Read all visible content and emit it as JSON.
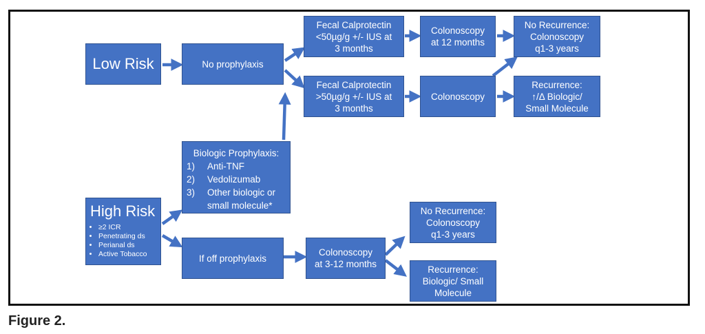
{
  "colors": {
    "box_fill": "#4472c4",
    "arrow": "#4472c4",
    "frame": "#111111"
  },
  "boxes": {
    "low_risk": "Low Risk",
    "no_prophylaxis": "No prophylaxis",
    "fc_low": "Fecal Calprotectin\n<50µg/g +/- IUS at\n3 months",
    "fc_high": "Fecal Calprotectin\n>50µg/g +/- IUS at\n3 months",
    "colo_12": "Colonoscopy\nat 12 months",
    "colo": "Colonoscopy",
    "no_rec_1": "No Recurrence:\nColonoscopy\nq1-3 years",
    "rec_1": "Recurrence:\n↑/Δ Biologic/\nSmall Molecule",
    "high_risk": {
      "title": "High Risk",
      "criteria": [
        "≥2 ICR",
        "Penetrating  ds",
        "Perianal ds",
        "Active Tobacco"
      ]
    },
    "bio_prophylaxis": {
      "title": "Biologic Prophylaxis:",
      "items": [
        {
          "num": "1)",
          "text": "Anti-TNF"
        },
        {
          "num": "2)",
          "text": "Vedolizumab"
        },
        {
          "num": "3)",
          "text": "Other biologic or small molecule*"
        }
      ]
    },
    "off_prophylaxis": "If off prophylaxis",
    "colo_3_12": "Colonoscopy\nat 3-12 months",
    "no_rec_2": "No Recurrence:\nColonoscopy\nq1-3 years",
    "rec_2": "Recurrence:\nBiologic/ Small\nMolecule"
  },
  "caption": "Figure 2."
}
